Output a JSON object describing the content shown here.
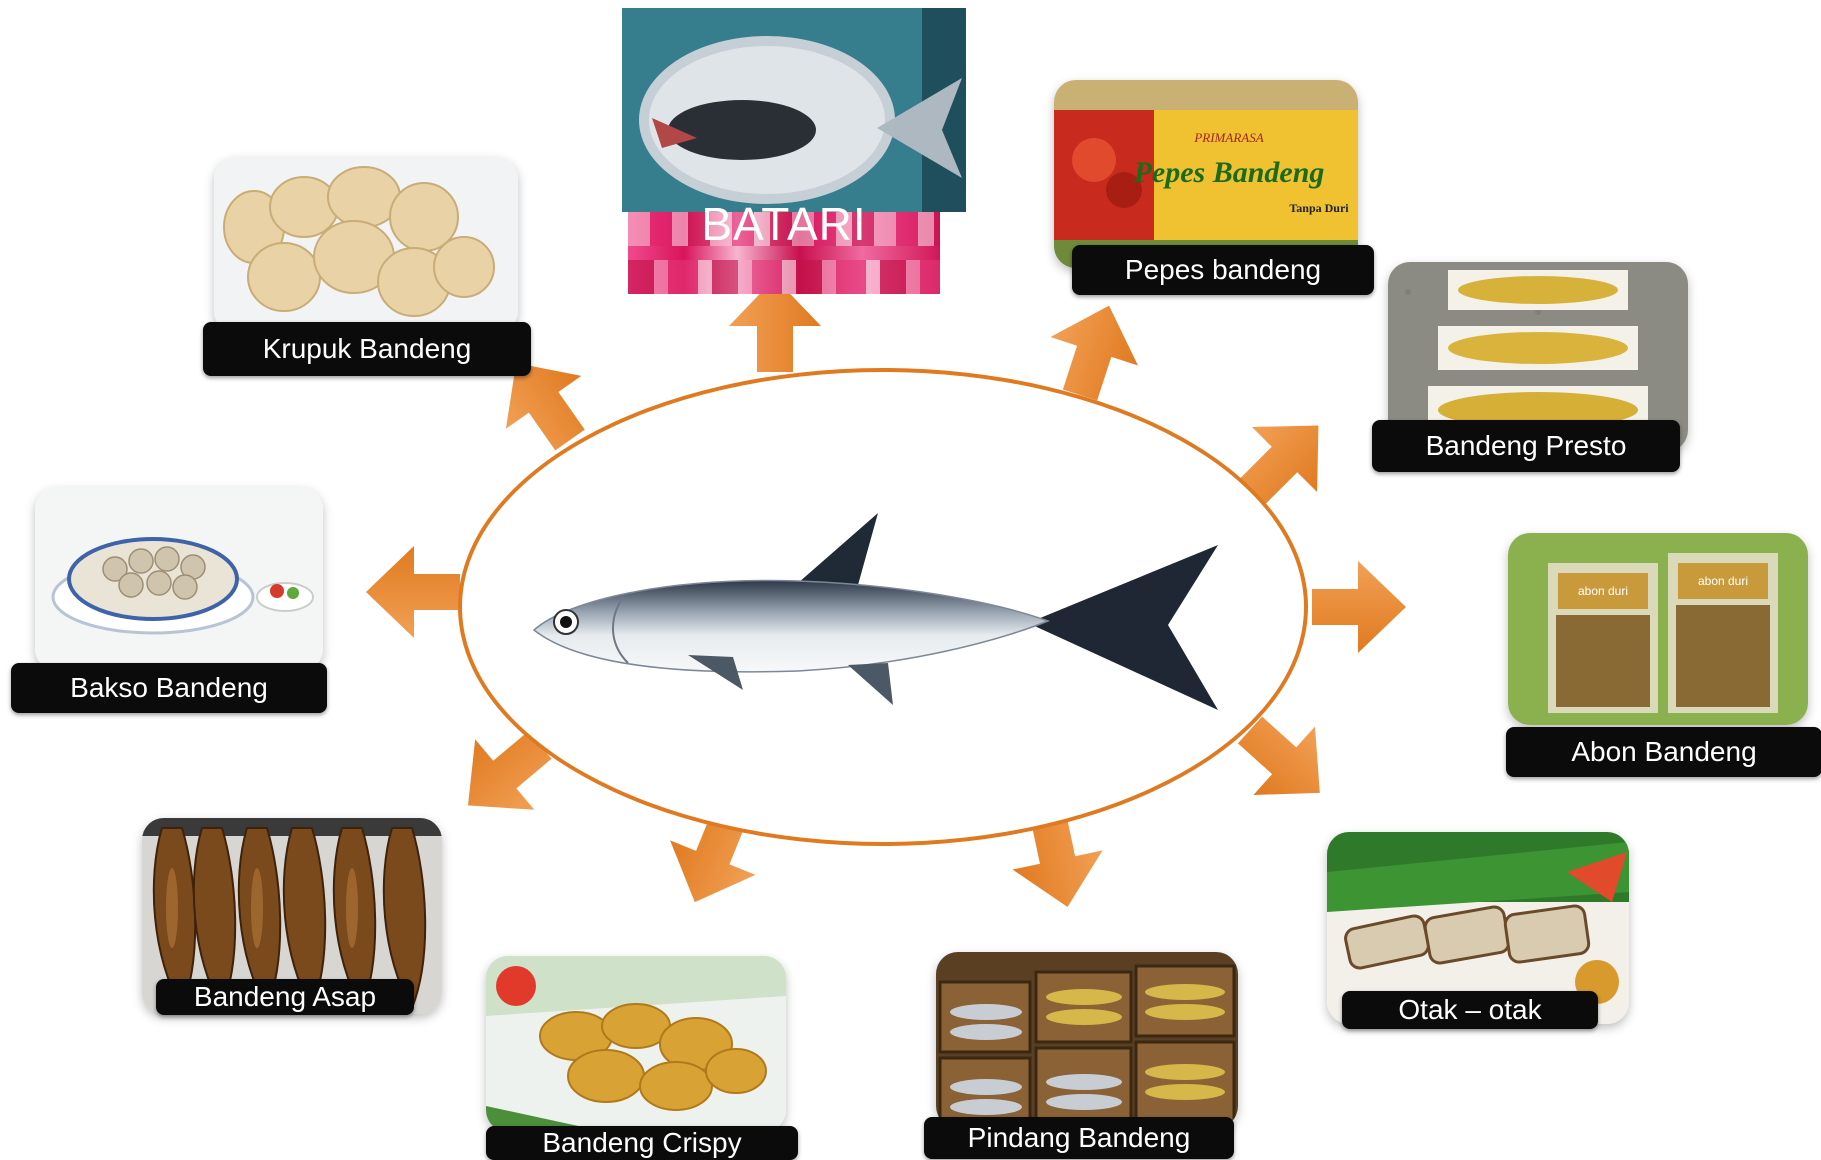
{
  "center": {
    "label": "BATARI"
  },
  "products": [
    {
      "key": "krupuk",
      "label": "Krupuk Bandeng"
    },
    {
      "key": "pepes",
      "label": "Pepes bandeng"
    },
    {
      "key": "presto",
      "label": "Bandeng Presto"
    },
    {
      "key": "abon",
      "label": "Abon Bandeng"
    },
    {
      "key": "otak",
      "label": "Otak – otak"
    },
    {
      "key": "pindang",
      "label": "Pindang Bandeng"
    },
    {
      "key": "crispy",
      "label": "Bandeng Crispy"
    },
    {
      "key": "asap",
      "label": "Bandeng Asap"
    },
    {
      "key": "bakso",
      "label": "Bakso Bandeng"
    }
  ],
  "packaging_text": {
    "brand": "PRIMARASA",
    "product": "Pepes Bandeng",
    "subtitle": "Tanpa Duri",
    "abon_pack": "abon duri"
  },
  "colors": {
    "arrow": "#e8842a",
    "ellipse": "#e07a20",
    "label_bg": "#0b0b0b",
    "label_text": "#ffffff",
    "banner": "#d9145a"
  }
}
